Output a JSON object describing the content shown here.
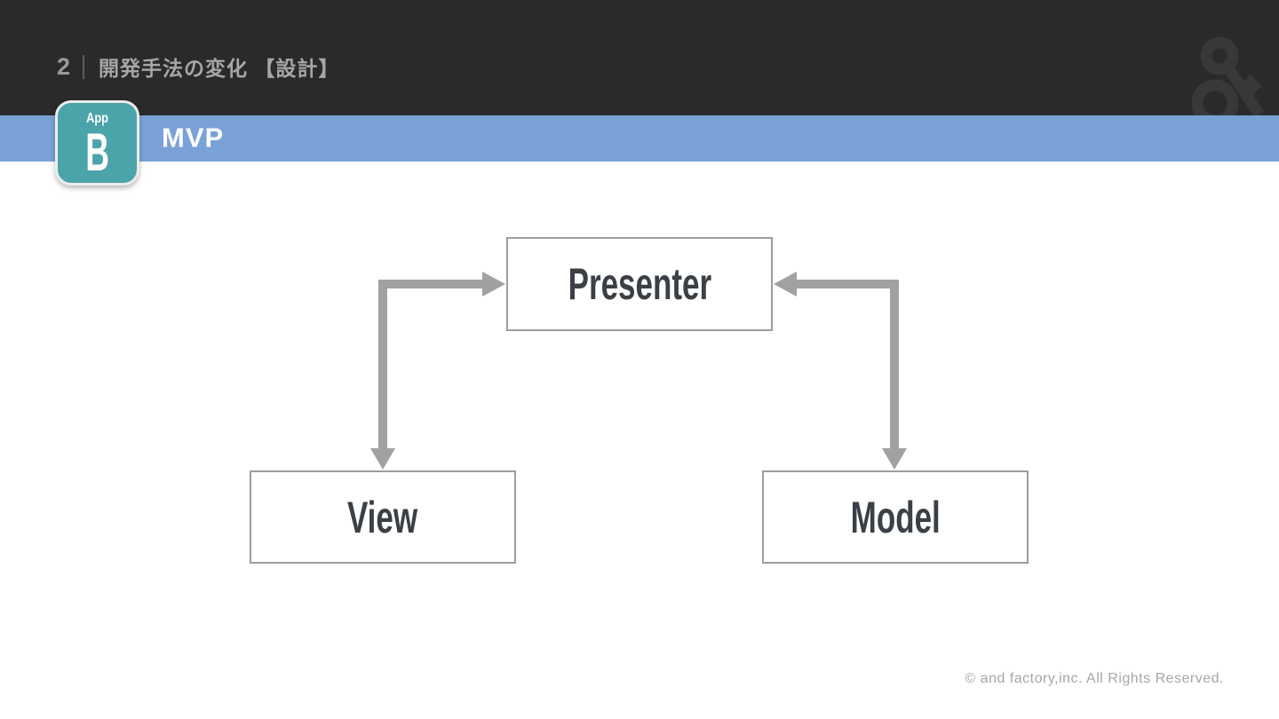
{
  "header": {
    "page_number": "2",
    "divider": "|",
    "title": "開発手法の変化 【設計】",
    "logo_icon": "ampersand-logo"
  },
  "section_band": {
    "title": "MVP"
  },
  "badge": {
    "top_label": "App",
    "letter": "B"
  },
  "diagram": {
    "nodes": [
      {
        "id": "presenter",
        "label": "Presenter"
      },
      {
        "id": "view",
        "label": "View"
      },
      {
        "id": "model",
        "label": "Model"
      }
    ],
    "edges": [
      {
        "from": "View",
        "to": "Presenter",
        "style": "elbow-arrow"
      },
      {
        "from": "Presenter",
        "to": "View",
        "style": "elbow-arrow"
      },
      {
        "from": "Model",
        "to": "Presenter",
        "style": "elbow-arrow"
      },
      {
        "from": "Presenter",
        "to": "Model",
        "style": "elbow-arrow"
      }
    ]
  },
  "footer": {
    "copyright": "© and factory,inc. All Rights Reserved."
  },
  "colors": {
    "header_bg": "#2a2a2c",
    "band_blue": "#7aa2d8",
    "badge_teal": "#4ba4aa",
    "arrow_gray": "#a1a1a1",
    "node_border": "#9d9d9d",
    "node_text": "#3a4045",
    "header_text": "#a6a6a8",
    "footer_text": "#a6a6a6"
  }
}
